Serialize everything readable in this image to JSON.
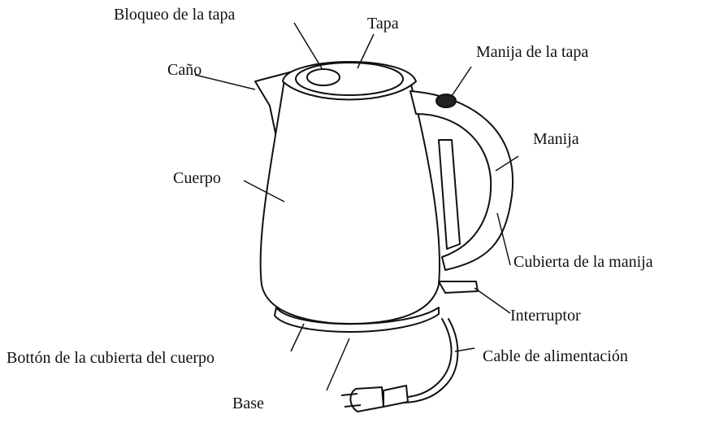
{
  "labels": {
    "lid_lock": "Bloqueo de la tapa",
    "lid": "Tapa",
    "spout": "Caño",
    "lid_handle": "Manija de la tapa",
    "handle": "Manija",
    "body": "Cuerpo",
    "handle_cover": "Cubierta de la manija",
    "switch": "Interruptor",
    "body_bottom_cover": "Bottón de la cubierta del cuerpo",
    "power_cable": "Cable de alimentación",
    "base": "Base"
  },
  "colors": {
    "ink": "#111111",
    "fill": "#ffffff",
    "button": "#222222"
  }
}
